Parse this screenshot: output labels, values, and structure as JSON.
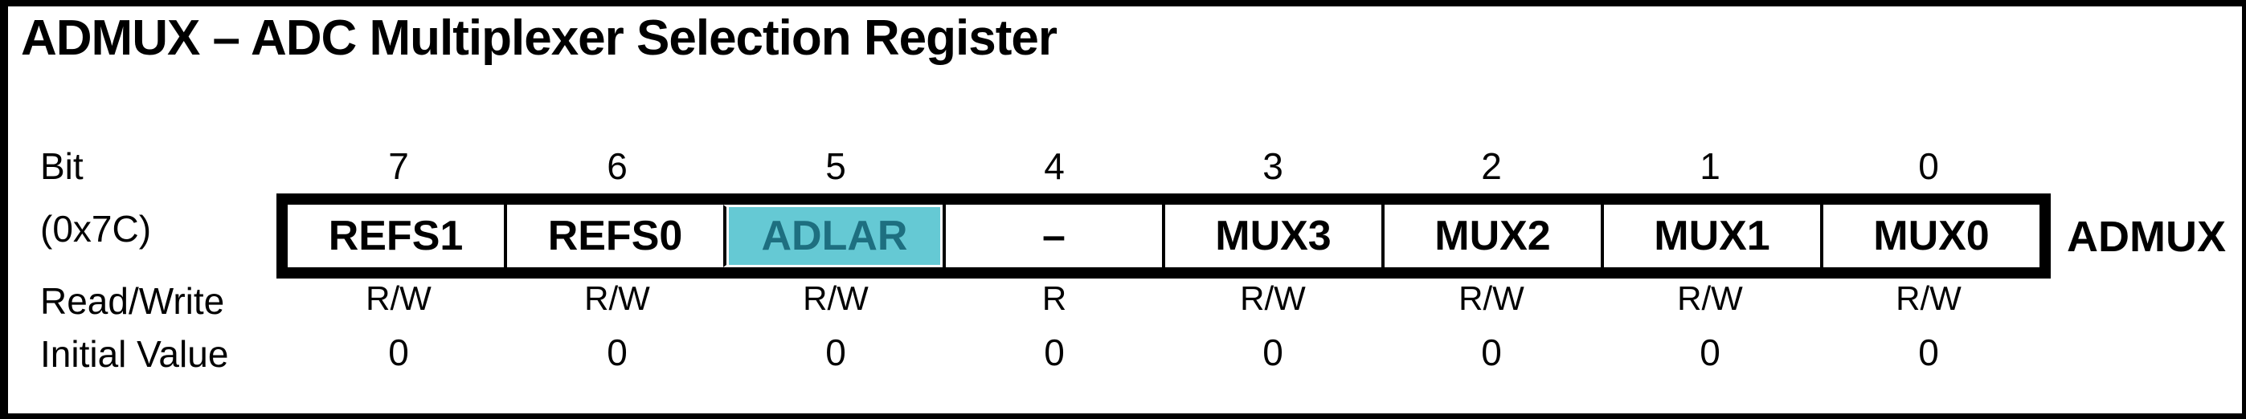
{
  "title": "ADMUX – ADC Multiplexer Selection Register",
  "register": {
    "name": "ADMUX",
    "address_label": "(0x7C)",
    "bit_label": "Bit",
    "read_write_label": "Read/Write",
    "initial_value_label": "Initial Value",
    "bits": [
      {
        "bit": "7",
        "name": "REFS1",
        "rw": "R/W",
        "initial": "0",
        "highlighted": false
      },
      {
        "bit": "6",
        "name": "REFS0",
        "rw": "R/W",
        "initial": "0",
        "highlighted": false
      },
      {
        "bit": "5",
        "name": "ADLAR",
        "rw": "R/W",
        "initial": "0",
        "highlighted": true
      },
      {
        "bit": "4",
        "name": "–",
        "rw": "R",
        "initial": "0",
        "highlighted": false
      },
      {
        "bit": "3",
        "name": "MUX3",
        "rw": "R/W",
        "initial": "0",
        "highlighted": false
      },
      {
        "bit": "2",
        "name": "MUX2",
        "rw": "R/W",
        "initial": "0",
        "highlighted": false
      },
      {
        "bit": "1",
        "name": "MUX1",
        "rw": "R/W",
        "initial": "0",
        "highlighted": false
      },
      {
        "bit": "0",
        "name": "MUX0",
        "rw": "R/W",
        "initial": "0",
        "highlighted": false
      }
    ]
  },
  "colors": {
    "highlight_background": "#65C9D4",
    "highlight_text": "#1E6F80",
    "border": "#000000",
    "page_background": "#FFFFFF"
  }
}
